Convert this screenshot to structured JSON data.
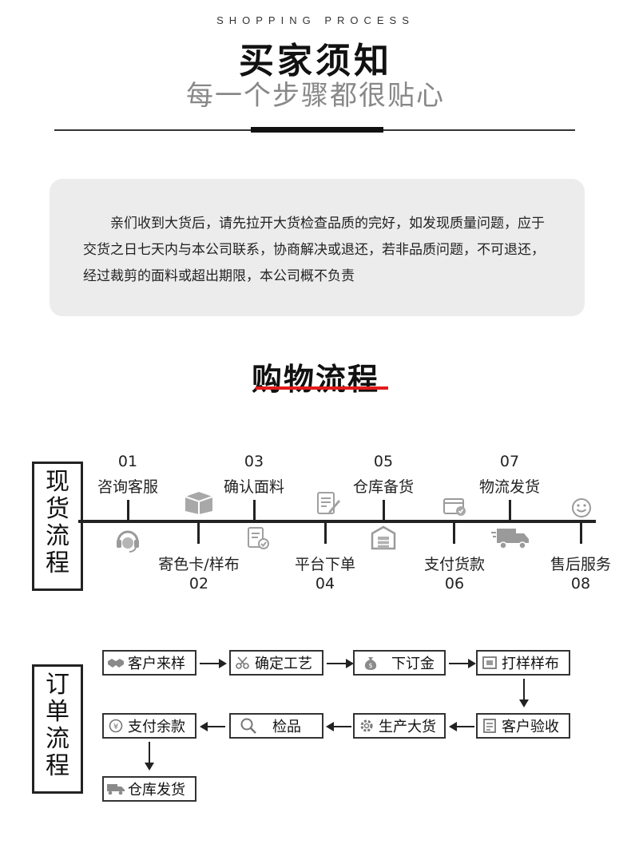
{
  "header": {
    "en_title": "SHOPPING PROCESS",
    "title": "买家须知",
    "subtitle": "每一个步骤都很贴心"
  },
  "notice": {
    "text": "亲们收到大货后，请先拉开大货检查品质的完好，如发现质量问题，应于交货之日七天内与本公司联系，协商解决或退还，若非品质问题，不可退还，经过裁剪的面料或超出期限，本公司概不负责"
  },
  "section": {
    "title": "购物流程",
    "accent_color": "#e21b1b"
  },
  "spot_flow": {
    "label_chars": [
      "现",
      "货",
      "流",
      "程"
    ],
    "steps_top": [
      {
        "num": "01",
        "label": "咨询客服",
        "icon": "headset-icon"
      },
      {
        "num": "03",
        "label": "确认面料",
        "icon": "checklist-icon"
      },
      {
        "num": "05",
        "label": "仓库备货",
        "icon": "warehouse-icon"
      },
      {
        "num": "07",
        "label": "物流发货",
        "icon": "truck-icon"
      }
    ],
    "steps_bottom": [
      {
        "num": "02",
        "label": "寄色卡/样布",
        "icon": "box-icon"
      },
      {
        "num": "04",
        "label": "平台下单",
        "icon": "edit-doc-icon"
      },
      {
        "num": "06",
        "label": "支付货款",
        "icon": "card-icon"
      },
      {
        "num": "08",
        "label": "售后服务",
        "icon": "smile-icon"
      }
    ]
  },
  "order_flow": {
    "label_chars": [
      "订",
      "单",
      "流",
      "程"
    ],
    "steps": [
      {
        "label": "客户来样",
        "icon": "handshake-icon"
      },
      {
        "label": "确定工艺",
        "icon": "scissors-icon"
      },
      {
        "label": "下订金",
        "icon": "money-bag-icon"
      },
      {
        "label": "打样样布",
        "icon": "sample-icon"
      },
      {
        "label": "客户验收",
        "icon": "document-icon"
      },
      {
        "label": "生产大货",
        "icon": "gear-icon"
      },
      {
        "label": "检品",
        "icon": "search-icon"
      },
      {
        "label": "支付余款",
        "icon": "yen-icon"
      },
      {
        "label": "仓库发货",
        "icon": "truck-icon"
      }
    ]
  }
}
